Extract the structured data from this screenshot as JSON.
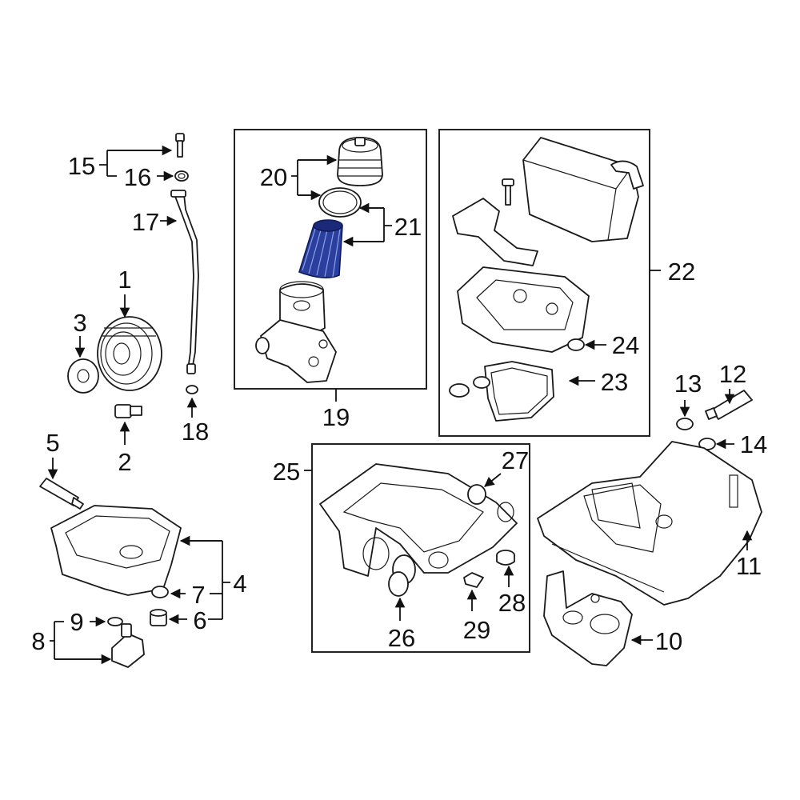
{
  "diagram": {
    "callouts": {
      "n1": "1",
      "n2": "2",
      "n3": "3",
      "n4": "4",
      "n5": "5",
      "n6": "6",
      "n7": "7",
      "n8": "8",
      "n9": "9",
      "n10": "10",
      "n11": "11",
      "n12": "12",
      "n13": "13",
      "n14": "14",
      "n15": "15",
      "n16": "16",
      "n17": "17",
      "n18": "18",
      "n19": "19",
      "n20": "20",
      "n21": "21",
      "n22": "22",
      "n23": "23",
      "n24": "24",
      "n25": "25",
      "n26": "26",
      "n27": "27",
      "n28": "28",
      "n29": "29"
    },
    "highlighted_part": "21",
    "highlight_color": "#2a3f9e",
    "line_color": "#111111",
    "background": "#ffffff"
  }
}
